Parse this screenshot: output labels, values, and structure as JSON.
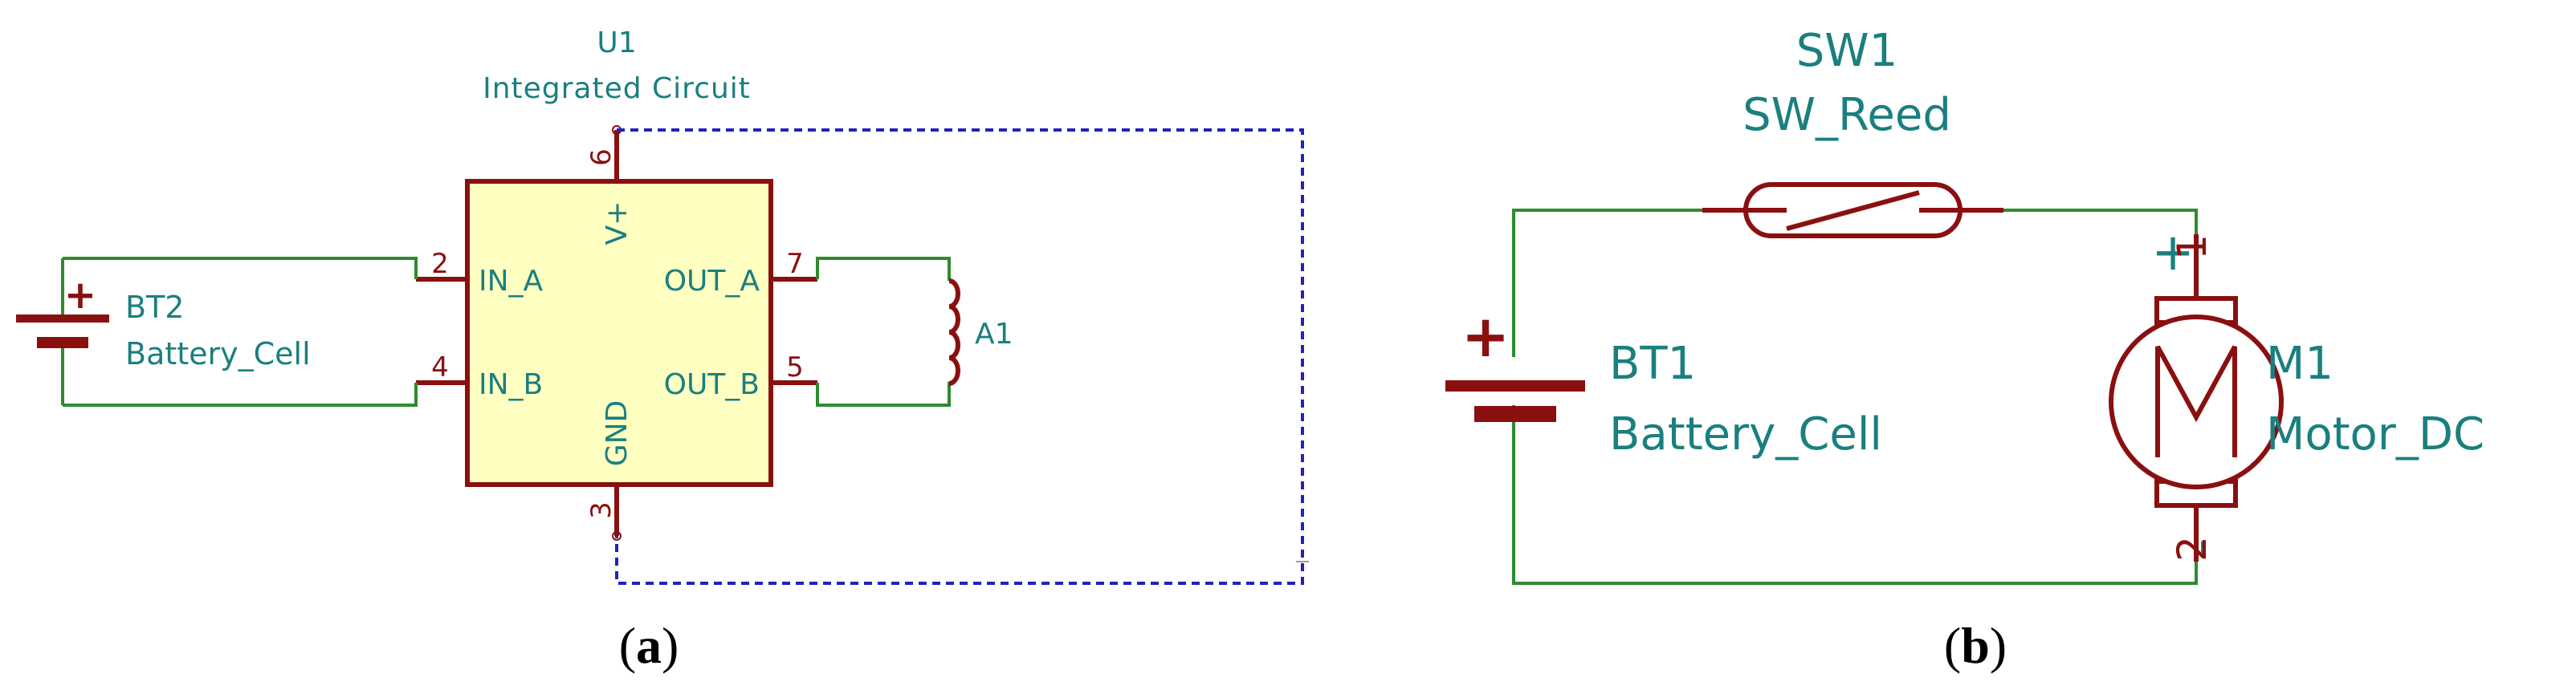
{
  "panel_a": {
    "ic_ref": "U1",
    "ic_value": "Integrated Circuit",
    "pin_numbers": {
      "p2": "2",
      "p4": "4",
      "p6": "6",
      "p3": "3",
      "p7": "7",
      "p5": "5"
    },
    "pin_names": {
      "in_a": "IN_A",
      "in_b": "IN_B",
      "out_a": "OUT_A",
      "out_b": "OUT_B",
      "vplus": "V+",
      "gnd": "GND"
    },
    "battery_ref": "BT2",
    "battery_value": "Battery_Cell",
    "battery_plus": "+",
    "coil_ref": "A1",
    "caption_open": "(",
    "caption_letter": "a",
    "caption_close": ")"
  },
  "panel_b": {
    "switch_ref": "SW1",
    "switch_value": "SW_Reed",
    "battery_ref": "BT1",
    "battery_value": "Battery_Cell",
    "battery_plus": "+",
    "motor_ref": "M1",
    "motor_value": "Motor_DC",
    "motor_plus": "+",
    "motor_minus": "-",
    "motor_pin1": "1",
    "motor_pin2": "2",
    "caption_open": "(",
    "caption_letter": "b",
    "caption_close": ")"
  },
  "colors": {
    "wire": "#2e8b2e",
    "component": "#8a1010",
    "ic_fill": "#ffffc2",
    "label": "#1a7f7f",
    "no_connect": "#2222bb"
  }
}
